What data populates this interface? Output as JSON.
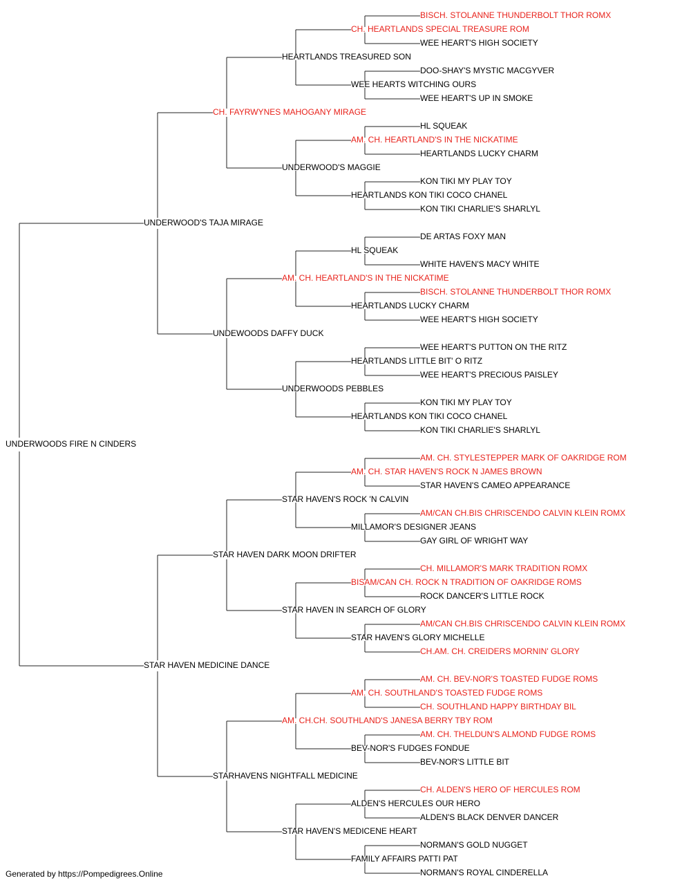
{
  "colors": {
    "champion": "#e8221b",
    "normal": "#000000",
    "connector": "#222222"
  },
  "pedigree": {
    "name": "UNDERWOODS FIRE N CINDERS",
    "ch": false,
    "sire": {
      "name": "UNDERWOOD'S TAJA MIRAGE",
      "ch": false,
      "sire": {
        "name": "CH. FAYRWYNES MAHOGANY MIRAGE",
        "ch": true,
        "sire": {
          "name": "HEARTLANDS TREASURED SON",
          "ch": false,
          "sire": {
            "name": "CH. HEARTLANDS SPECIAL TREASURE ROM",
            "ch": true,
            "sire": {
              "name": "BISCH. STOLANNE THUNDERBOLT THOR ROMX",
              "ch": true
            },
            "dam": {
              "name": "WEE HEART'S HIGH SOCIETY",
              "ch": false
            }
          },
          "dam": {
            "name": "WEE HEARTS WITCHING OURS",
            "ch": false,
            "sire": {
              "name": "DOO-SHAY'S MYSTIC MACGYVER",
              "ch": false
            },
            "dam": {
              "name": "WEE HEART'S UP IN SMOKE",
              "ch": false
            }
          }
        },
        "dam": {
          "name": "UNDERWOOD'S MAGGIE",
          "ch": false,
          "sire": {
            "name": "AM. CH. HEARTLAND'S IN THE NICKATIME",
            "ch": true,
            "sire": {
              "name": "HL SQUEAK",
              "ch": false
            },
            "dam": {
              "name": "HEARTLANDS LUCKY CHARM",
              "ch": false
            }
          },
          "dam": {
            "name": "HEARTLANDS KON TIKI COCO CHANEL",
            "ch": false,
            "sire": {
              "name": "KON TIKI MY PLAY TOY",
              "ch": false
            },
            "dam": {
              "name": "KON TIKI CHARLIE'S SHARLYL",
              "ch": false
            }
          }
        }
      },
      "dam": {
        "name": "UNDEWOODS DAFFY DUCK",
        "ch": false,
        "sire": {
          "name": "AM. CH. HEARTLAND'S IN THE NICKATIME",
          "ch": true,
          "sire": {
            "name": "HL SQUEAK",
            "ch": false,
            "sire": {
              "name": "DE ARTAS FOXY MAN",
              "ch": false
            },
            "dam": {
              "name": "WHITE HAVEN'S MACY WHITE",
              "ch": false
            }
          },
          "dam": {
            "name": "HEARTLANDS LUCKY CHARM",
            "ch": false,
            "sire": {
              "name": "BISCH. STOLANNE THUNDERBOLT THOR ROMX",
              "ch": true
            },
            "dam": {
              "name": "WEE HEART'S HIGH SOCIETY",
              "ch": false
            }
          }
        },
        "dam": {
          "name": "UNDERWOODS PEBBLES",
          "ch": false,
          "sire": {
            "name": "HEARTLANDS LITTLE BIT' O RITZ",
            "ch": false,
            "sire": {
              "name": "WEE HEART'S PUTTON ON THE RITZ",
              "ch": false
            },
            "dam": {
              "name": "WEE HEART'S PRECIOUS PAISLEY",
              "ch": false
            }
          },
          "dam": {
            "name": "HEARTLANDS KON TIKI COCO CHANEL",
            "ch": false,
            "sire": {
              "name": "KON TIKI MY PLAY TOY",
              "ch": false
            },
            "dam": {
              "name": "KON TIKI CHARLIE'S SHARLYL",
              "ch": false
            }
          }
        }
      }
    },
    "dam": {
      "name": "STAR HAVEN MEDICINE DANCE",
      "ch": false,
      "sire": {
        "name": "STAR HAVEN DARK MOON DRIFTER",
        "ch": false,
        "sire": {
          "name": "STAR HAVEN'S ROCK 'N CALVIN",
          "ch": false,
          "sire": {
            "name": "AM. CH. STAR HAVEN'S ROCK N JAMES BROWN",
            "ch": true,
            "sire": {
              "name": "AM. CH. STYLESTEPPER MARK OF OAKRIDGE ROM",
              "ch": true
            },
            "dam": {
              "name": "STAR HAVEN'S CAMEO APPEARANCE",
              "ch": false
            }
          },
          "dam": {
            "name": "MILLAMOR'S DESIGNER JEANS",
            "ch": false,
            "sire": {
              "name": "AM/CAN CH.BIS CHRISCENDO CALVIN KLEIN ROMX",
              "ch": true
            },
            "dam": {
              "name": "GAY GIRL OF WRIGHT WAY",
              "ch": false
            }
          }
        },
        "dam": {
          "name": "STAR HAVEN IN SEARCH OF GLORY",
          "ch": false,
          "sire": {
            "name": "BISAM/CAN CH. ROCK N TRADITION OF OAKRIDGE ROMS",
            "ch": true,
            "sire": {
              "name": "CH. MILLAMOR'S MARK TRADITION ROMX",
              "ch": true
            },
            "dam": {
              "name": "ROCK DANCER'S LITTLE ROCK",
              "ch": false
            }
          },
          "dam": {
            "name": "STAR HAVEN'S GLORY MICHELLE",
            "ch": false,
            "sire": {
              "name": "AM/CAN CH.BIS CHRISCENDO CALVIN KLEIN ROMX",
              "ch": true
            },
            "dam": {
              "name": "CH.AM. CH. CREIDERS MORNIN' GLORY",
              "ch": true
            }
          }
        }
      },
      "dam": {
        "name": "STARHAVENS NIGHTFALL MEDICINE",
        "ch": false,
        "sire": {
          "name": "AM. CH.CH. SOUTHLAND'S JANESA BERRY TBY ROM",
          "ch": true,
          "sire": {
            "name": "AM. CH. SOUTHLAND'S TOASTED FUDGE ROMS",
            "ch": true,
            "sire": {
              "name": "AM. CH. BEV-NOR'S TOASTED FUDGE ROMS",
              "ch": true
            },
            "dam": {
              "name": "CH. SOUTHLAND HAPPY BIRTHDAY BIL",
              "ch": true
            }
          },
          "dam": {
            "name": "BEV-NOR'S FUDGES FONDUE",
            "ch": false,
            "sire": {
              "name": "AM. CH. THELDUN'S ALMOND FUDGE ROMS",
              "ch": true
            },
            "dam": {
              "name": "BEV-NOR'S LITTLE BIT",
              "ch": false
            }
          }
        },
        "dam": {
          "name": "STAR HAVEN'S MEDICENE HEART",
          "ch": false,
          "sire": {
            "name": "ALDEN'S HERCULES OUR HERO",
            "ch": false,
            "sire": {
              "name": "CH. ALDEN'S HERO OF HERCULES ROM",
              "ch": true
            },
            "dam": {
              "name": "ALDEN'S BLACK DENVER DANCER",
              "ch": false
            }
          },
          "dam": {
            "name": "FAMILY AFFAIRS PATTI PAT",
            "ch": false,
            "sire": {
              "name": "NORMAN'S GOLD NUGGET",
              "ch": false
            },
            "dam": {
              "name": "NORMAN'S ROYAL CINDERELLA",
              "ch": false
            }
          }
        }
      }
    }
  },
  "footer": {
    "text": "Generated by https://Pompedigrees.Online"
  }
}
